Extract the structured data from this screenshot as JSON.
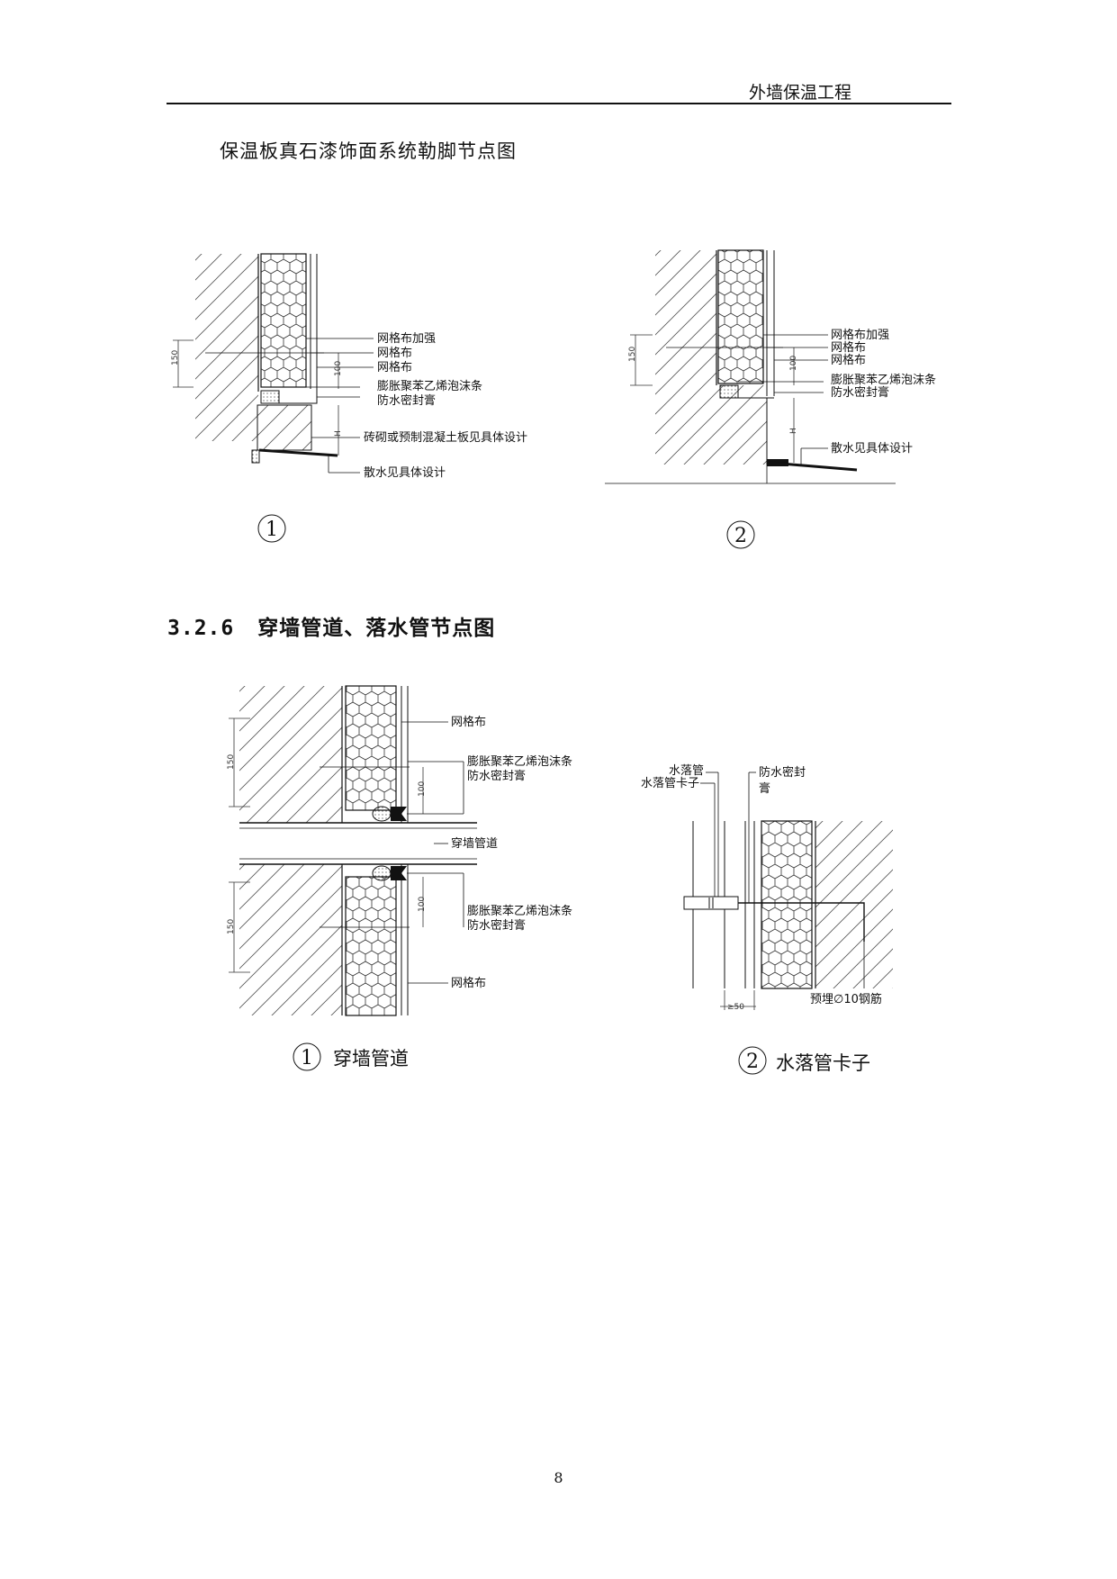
{
  "header": {
    "title": "外墙保温工程"
  },
  "intro_title": "保温板真石漆饰面系统勒脚节点图",
  "section": {
    "number": "3.2.6",
    "title": "穿墙管道、落水管节点图"
  },
  "fig1": {
    "labels": [
      "网格布加强",
      "网格布",
      "网格布",
      "膨胀聚苯乙烯泡沫条",
      "防水密封膏",
      "砖砌或预制混凝土板见具体设计",
      "散水见具体设计"
    ],
    "dims": [
      "150",
      "100",
      "H"
    ],
    "caption_num": "1"
  },
  "fig2": {
    "labels": [
      "网格布加强",
      "网格布",
      "网格布",
      "膨胀聚苯乙烯泡沫条",
      "防水密封膏",
      "散水见具体设计"
    ],
    "dims": [
      "150",
      "100",
      "H"
    ],
    "caption_num": "2"
  },
  "fig3": {
    "labels": [
      "网格布",
      "膨胀聚苯乙烯泡沫条",
      "防水密封膏",
      "穿墙管道",
      "膨胀聚苯乙烯泡沫条",
      "防水密封膏",
      "网格布"
    ],
    "dims": [
      "150",
      "100",
      "150",
      "100"
    ],
    "caption_num": "1",
    "caption_text": "穿墙管道"
  },
  "fig4": {
    "labels": [
      "水落管",
      "水落管卡子",
      "防水密封",
      "膏",
      "预埋∅10钢筋"
    ],
    "dims": [
      "≥50"
    ],
    "caption_num": "2",
    "caption_text": "水落管卡子"
  },
  "page_number": "8"
}
